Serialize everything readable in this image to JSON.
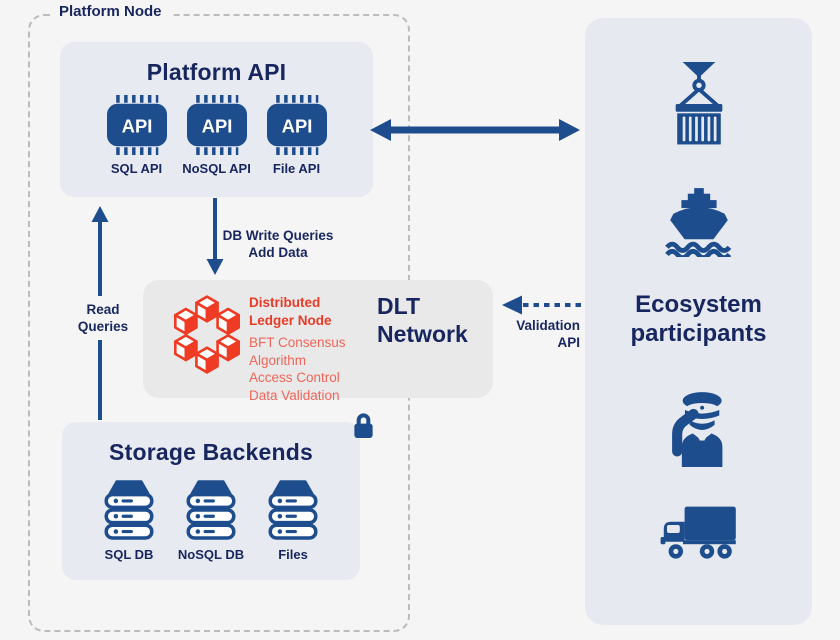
{
  "colors": {
    "page_bg": "#f6f5f6",
    "panel_bg": "#e8eaf2",
    "dlt_bg": "#e9e9ea",
    "eco_bg": "#e6e9f0",
    "navy_text": "#17265e",
    "blue": "#1d4d8c",
    "red": "#e93a26",
    "red_light": "#ef6557",
    "dash_border": "#bcbcbc"
  },
  "platform_node": {
    "label": "Platform Node"
  },
  "platform_api": {
    "title": "Platform API",
    "chips": [
      {
        "chip_label": "API",
        "caption": "SQL API"
      },
      {
        "chip_label": "API",
        "caption": "NoSQL API"
      },
      {
        "chip_label": "API",
        "caption": "File API"
      }
    ]
  },
  "arrows": {
    "db_write": {
      "line1": "DB Write Queries",
      "line2": "Add Data"
    },
    "read": {
      "line1": "Read",
      "line2": "Queries"
    },
    "validation": {
      "line1": "Validation",
      "line2": "API"
    }
  },
  "dlt": {
    "node_title_line1": "Distributed",
    "node_title_line2": "Ledger Node",
    "features": [
      "BFT Consensus Algorithm",
      "Access Control",
      "Data Validation"
    ],
    "network_title_line1": "DLT",
    "network_title_line2": "Network"
  },
  "storage": {
    "title": "Storage Backends",
    "items": [
      {
        "label": "SQL DB"
      },
      {
        "label": "NoSQL DB"
      },
      {
        "label": "Files"
      }
    ]
  },
  "ecosystem": {
    "title_line1": "Ecosystem",
    "title_line2": "participants",
    "icons": [
      "container-crane-icon",
      "cargo-ship-icon",
      "captain-icon",
      "truck-icon"
    ]
  }
}
